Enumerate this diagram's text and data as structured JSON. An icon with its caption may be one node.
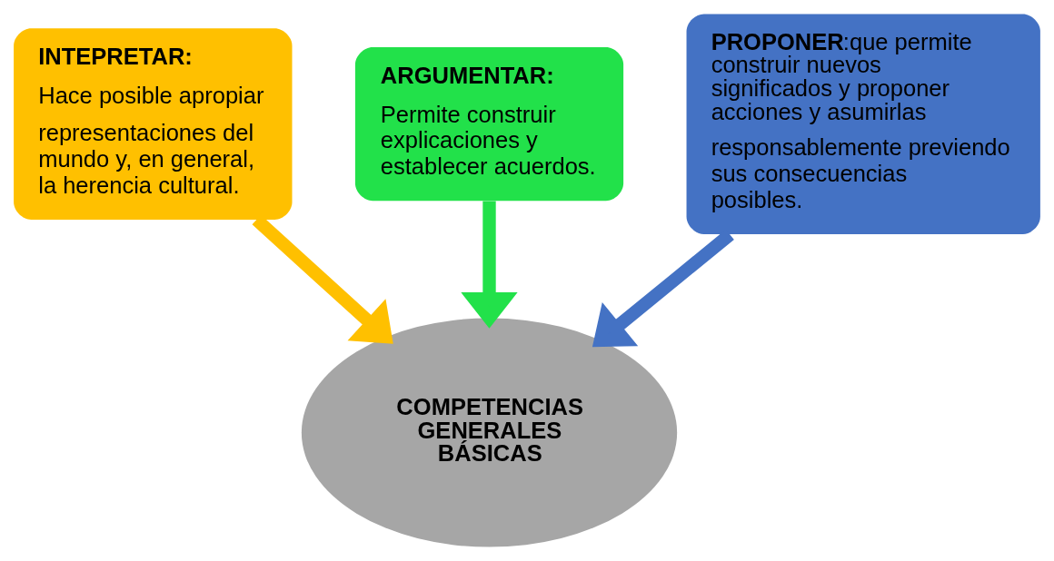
{
  "diagram": {
    "nodes": [
      {
        "text": [
          "INTEPRETAR:",
          "Hace posible apropiar",
          "representaciones del mundo y, en general, la herencia cultural."
        ]
      },
      {
        "text": [
          "ARGUMENTAR:",
          "Permite construir explicaciones y establecer acuerdos."
        ]
      },
      {
        "text": [
          "**PROPONER**:que permite construir nuevos significados y proponer acciones y asumirlas",
          "responsablemente previendo sus consecuencias posibles."
        ]
      },
      {
        "text": [
          "COMPETENCIAS GENERALES BÁSICAS"
        ]
      }
    ],
    "edges": [
      {
        "from": 0,
        "to": 3,
        "arrow": "to",
        "color": "#ffc000"
      },
      {
        "from": 1,
        "to": 3,
        "arrow": "to",
        "color": "#22e14a"
      },
      {
        "from": 2,
        "to": 3,
        "arrow": "to",
        "color": "#4472c4"
      }
    ]
  }
}
